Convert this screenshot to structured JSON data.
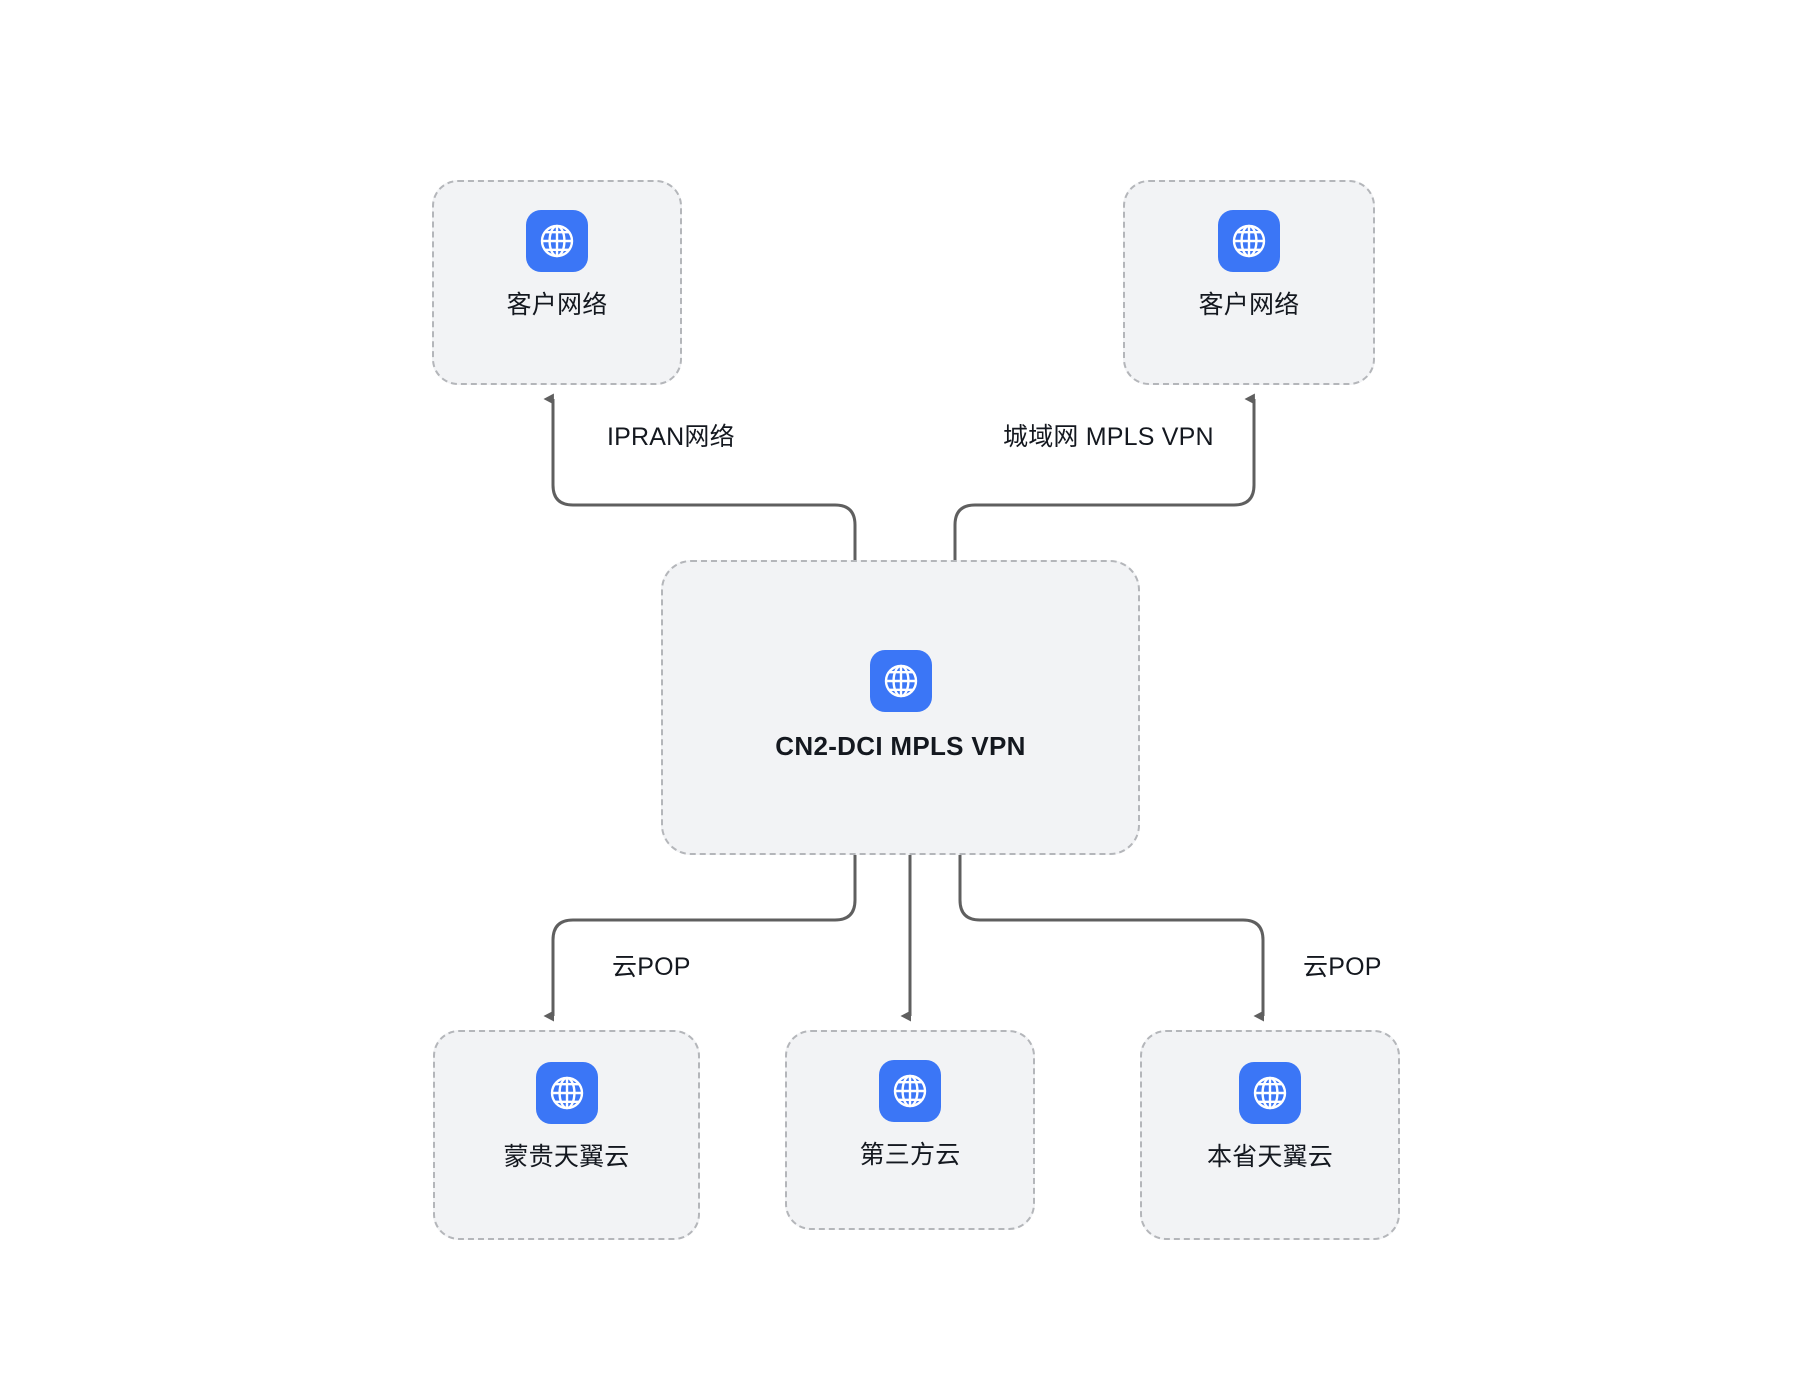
{
  "diagram": {
    "title": "CN2-DCI MPLS VPN network topology",
    "colors": {
      "icon_blue": "#3b76f6",
      "node_fill": "#f2f3f5",
      "node_border": "#b4b6ba",
      "edge_line": "#5f5f5f",
      "text": "#14181f",
      "background": "#ffffff"
    },
    "nodes": [
      {
        "id": "customer-network-left",
        "label": "客户网络",
        "icon": "globe-icon",
        "bold": false
      },
      {
        "id": "customer-network-right",
        "label": "客户网络",
        "icon": "globe-icon",
        "bold": false
      },
      {
        "id": "cn2-dci-mpls-vpn",
        "label": "CN2-DCI MPLS VPN",
        "icon": "globe-icon",
        "bold": true
      },
      {
        "id": "menggui-tianyi-cloud",
        "label": "蒙贵天翼云",
        "icon": "globe-icon",
        "bold": false
      },
      {
        "id": "third-party-cloud",
        "label": "第三方云",
        "icon": "globe-icon",
        "bold": false
      },
      {
        "id": "province-tianyi-cloud",
        "label": "本省天翼云",
        "icon": "globe-icon",
        "bold": false
      }
    ],
    "edges": [
      {
        "id": "edge-ipran",
        "label": "IPRAN网络",
        "from": "cn2-dci-mpls-vpn",
        "to": "customer-network-left",
        "direction": "up"
      },
      {
        "id": "edge-metro-mpls-vpn",
        "label": "城域网 MPLS VPN",
        "from": "cn2-dci-mpls-vpn",
        "to": "customer-network-right",
        "direction": "up"
      },
      {
        "id": "edge-cloud-pop-left",
        "label": "云POP",
        "from": "cn2-dci-mpls-vpn",
        "to": "menggui-tianyi-cloud",
        "direction": "down"
      },
      {
        "id": "edge-third-party",
        "label": "",
        "from": "cn2-dci-mpls-vpn",
        "to": "third-party-cloud",
        "direction": "down"
      },
      {
        "id": "edge-cloud-pop-right",
        "label": "云POP",
        "from": "cn2-dci-mpls-vpn",
        "to": "province-tianyi-cloud",
        "direction": "down"
      }
    ]
  }
}
